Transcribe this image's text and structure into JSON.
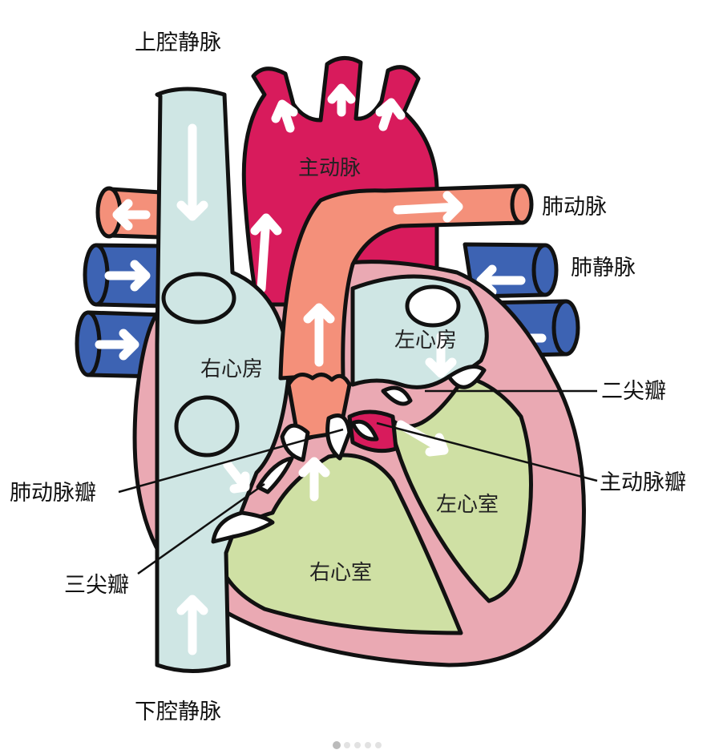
{
  "labels": {
    "svc": "上腔静脉",
    "ivc": "下腔静脉",
    "aorta": "主动脉",
    "pulmonary_artery": "肺动脉",
    "pulmonary_vein": "肺静脉",
    "right_atrium": "右心房",
    "left_atrium": "左心房",
    "right_ventricle": "右心室",
    "left_ventricle": "左心室",
    "mitral_valve": "二尖瓣",
    "aortic_valve": "主动脉瓣",
    "pulmonary_valve": "肺动脉瓣",
    "tricuspid_valve": "三尖瓣"
  },
  "colors": {
    "vena_cava": "#cfe6e4",
    "aorta": "#d81b5c",
    "pulmonary_artery": "#f4907a",
    "pulmonary_vein": "#3d63b3",
    "ventricle": "#cfe0a4",
    "myocardium": "#eaa9b3",
    "outline": "#111111"
  },
  "page_indicator": {
    "count": 5,
    "active": 0
  }
}
